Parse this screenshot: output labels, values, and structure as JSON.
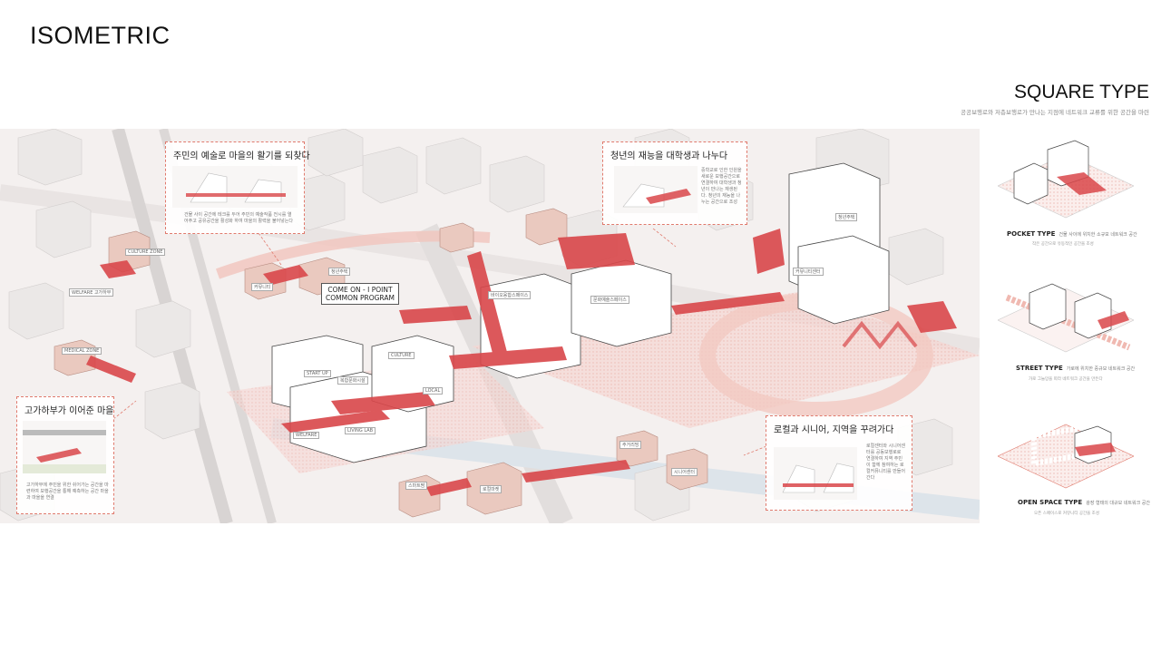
{
  "page": {
    "title": "ISOMETRIC",
    "square_type_title": "SQUARE TYPE",
    "square_type_subtitle": "공공보행로와 저층보행로가 만나는 지점에 네트워크 교류를 위한 공간을 마련"
  },
  "colors": {
    "accent_red": "#d9474a",
    "dashed_red": "#e07a6d",
    "building_gray": "#e6e3e2",
    "building_pink": "#eac9bf",
    "ground": "#f4f0ef"
  },
  "callouts": [
    {
      "title": "주민의 예술로 마을의 활기를 되찾다",
      "text": "건물 사이 공간에 테크를 두어 주민의 예술작품 전시를 열어주고 공유공간을 활성화 하여 마을의 활력을 불어넣는다"
    },
    {
      "title": "청년의 재능을 대학생과 나누다",
      "text": "중학교로 인한 인원을 새로운 보행공간으로 연결하여 대학생과 청년이 만나는 재생된다. 청년의 재능을 나누는 공간으로 조성"
    },
    {
      "title": "고가하부가 이어준 마을",
      "text": "고가하부에 주민을 위한 쉬어가는 공간을 마련하여 보행공간을 통해 예측하는 공간 마을과 마을을 연결"
    },
    {
      "title": "로컬과 시니어, 지역을 꾸려가다",
      "text": "로컬센터와 시니어센터를 공동보행로로 연결하여 지역 주민이 함께 참여하는 로컬커뮤니티를 만들어간다"
    }
  ],
  "center_label": "COME ON - I POINT\nCOMMON PROGRAM",
  "building_tags": [
    "WELFARE 고가하부",
    "MEDICAL ZONE",
    "CULTURE ZONE",
    "커뮤니티",
    "청년주택",
    "바이오융합스페이스",
    "문화예술스페이스",
    "커뮤니티센터",
    "청년주택",
    "스마트팜",
    "로컬마켓",
    "주거리빙",
    "시니어센터",
    "복합문화시설",
    "CULTURE",
    "LOCAL",
    "WELFARE",
    "START UP",
    "LIVING LAB"
  ],
  "square_types": [
    {
      "name": "POCKET TYPE",
      "caption": "건물 사이에 위치한 소규모 네트워크 공간",
      "description": "작은 공간으로 유동적인 공간을 조성"
    },
    {
      "name": "STREET TYPE",
      "caption": "가로에 위치한 중규모 네트워크 공간",
      "description": "가로 그늘망을 따라 네트워크 공간을 만든다"
    },
    {
      "name": "OPEN SPACE TYPE",
      "caption": "광장 형태의 대규모 네트워크 공간",
      "description": "오픈 스페이스로 커뮤니티 공간을 조성"
    }
  ]
}
